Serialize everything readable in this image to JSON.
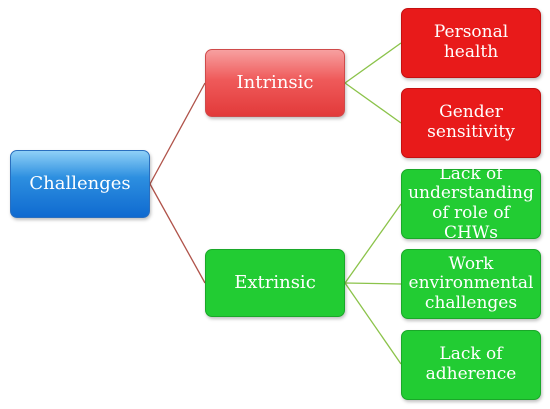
{
  "root": {
    "label": "Challenges"
  },
  "branches": [
    {
      "label": "Intrinsic",
      "leaves": [
        "Personal health",
        "Gender sensitivity"
      ]
    },
    {
      "label": "Extrinsic",
      "leaves": [
        "Lack of understanding of role of CHWs",
        "Work environmental challenges",
        "Lack of adherence"
      ]
    }
  ],
  "colors": {
    "root": "#1f78d8",
    "intrinsic": "#e84848",
    "intrinsic_leaf": "#e81a1a",
    "extrinsic": "#22cc33",
    "intrinsic_connector": "#b0534a",
    "extrinsic_connector": "#8bc34a"
  }
}
